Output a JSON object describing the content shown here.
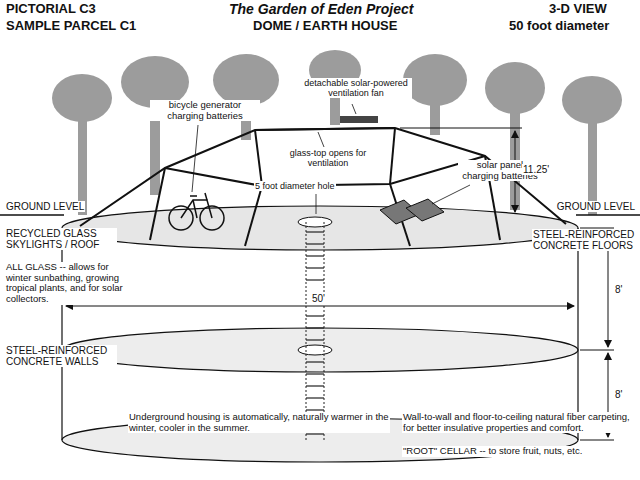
{
  "diagram": {
    "title": "The Garden of Eden Project",
    "labels": [
      "PICTORIAL C3",
      "SAMPLE PARCEL C1",
      "3-D VIEW",
      "DOME / EARTH HOUSE",
      "50 foot diameter",
      "detachable solar-powered ventilation fan",
      "bicycle generator charging batteries",
      "glass-top opens for ventilation",
      "solar panel charging batteries",
      "11.25'",
      "5 foot diameter hole",
      "GROUND LEVEL",
      "GROUND LEVEL",
      "RECYCLED GLASS SKYLIGHTS / ROOF",
      "STEEL-REINFORCED CONCRETE FLOORS",
      "ALL GLASS -- allows for winter sunbathing, growing tropical plants, and for solar collectors.",
      "8'",
      "50'",
      "8'",
      "STEEL-REINFORCED CONCRETE WALLS",
      "Underground housing is automatically, naturally warmer in the winter, cooler in the summer.",
      "Wall-to-wall and floor-to-ceiling natural fiber carpeting, for better insulative properties and comfort.",
      "\"ROOT\" CELLAR -- to store fruit, nuts, etc."
    ]
  }
}
